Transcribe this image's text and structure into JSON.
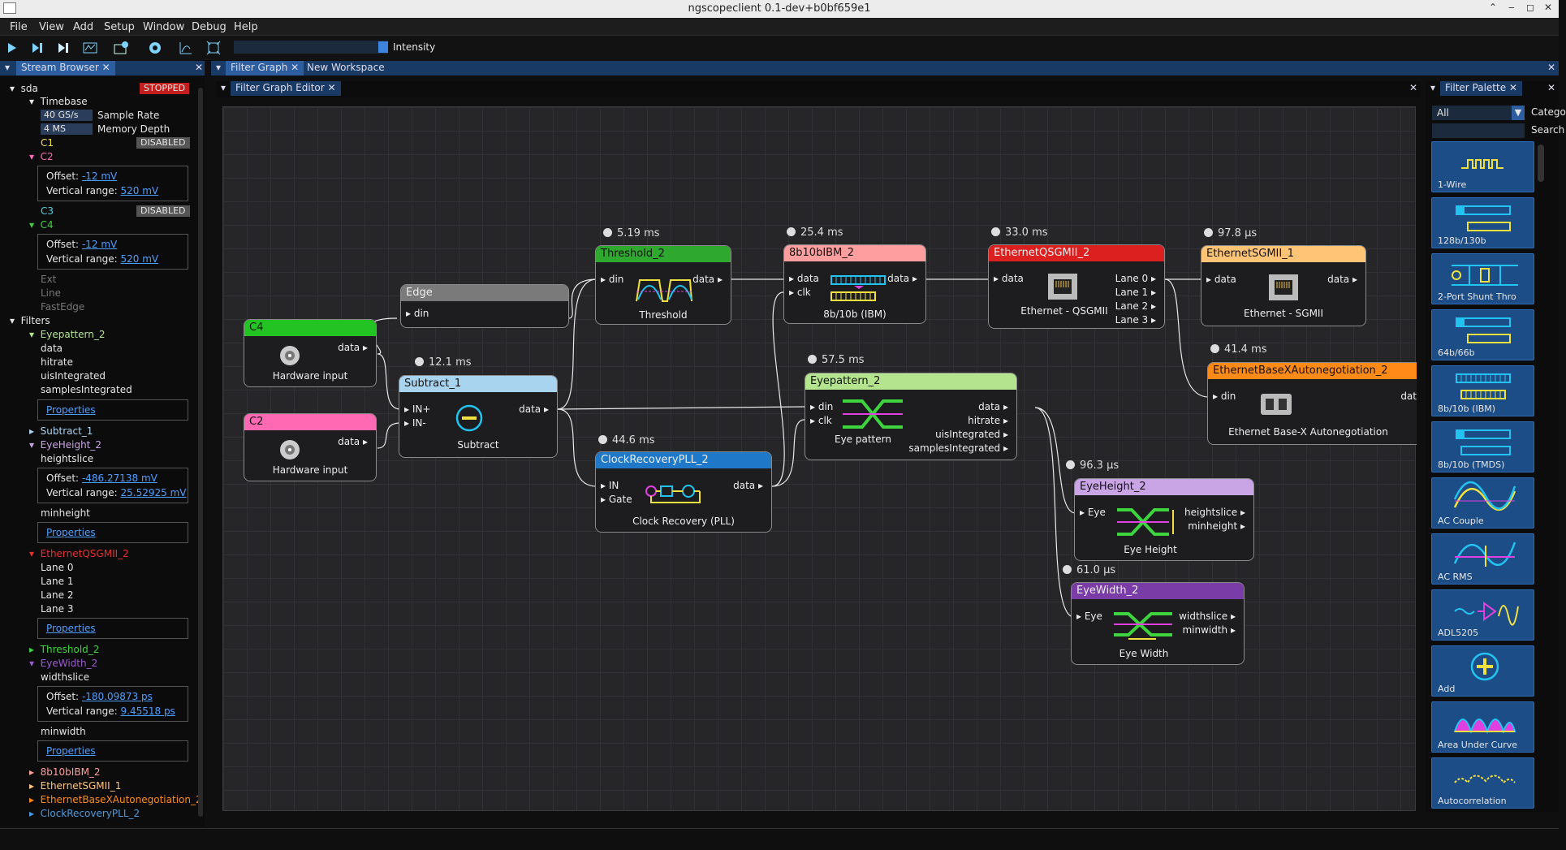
{
  "window": {
    "title": "ngscopeclient 0.1-dev+b0bf659e1"
  },
  "menu": [
    "File",
    "View",
    "Add",
    "Setup",
    "Window",
    "Debug",
    "Help"
  ],
  "toolbar": {
    "intensity_label": "Intensity"
  },
  "tabs": {
    "stream": "Stream Browser",
    "filter_graph": "Filter Graph",
    "new_workspace": "New Workspace",
    "editor": "Filter Graph Editor",
    "palette": "Filter Palette"
  },
  "stream": {
    "scope": "sda",
    "status": "STOPPED",
    "timebase": "Timebase",
    "sample_rate_value": "40 GS/s",
    "sample_rate_label": "Sample Rate",
    "memory_depth_value": "4 MS",
    "memory_depth_label": "Memory Depth",
    "c1": "C1",
    "disabled": "DISABLED",
    "c2": "C2",
    "c3": "C3",
    "c4": "C4",
    "offset": "Offset:",
    "vrange": "Vertical range:",
    "c2_offset": "-12 mV",
    "c2_vrange": "520 mV",
    "c4_offset": "-12 mV",
    "c4_vrange": "520 mV",
    "ext": "Ext",
    "line": "Line",
    "fastedge": "FastEdge",
    "filters": "Filters",
    "eyepattern": "Eyepattern_2",
    "ep_streams": [
      "data",
      "hitrate",
      "uisIntegrated",
      "samplesIntegrated"
    ],
    "properties": "Properties",
    "subtract": "Subtract_1",
    "eyeheight": "EyeHeight_2",
    "heightslice": "heightslice",
    "eh_offset": "-486.27138 mV",
    "eh_vrange": "25.52925 mV",
    "minheight": "minheight",
    "qsgmii": "EthernetQSGMII_2",
    "lanes": [
      "Lane 0",
      "Lane 1",
      "Lane 2",
      "Lane 3"
    ],
    "threshold": "Threshold_2",
    "eyewidth": "EyeWidth_2",
    "widthslice": "widthslice",
    "ew_offset": "-180.09873 ps",
    "ew_vrange": "9.45518 ps",
    "minwidth": "minwidth",
    "ibm": "8b10bIBM_2",
    "sgmii": "EthernetSGMII_1",
    "autoneg": "EthernetBaseXAutonegotiation_2",
    "pll": "ClockRecoveryPLL_2"
  },
  "graph": {
    "times": {
      "threshold": "5.19 ms",
      "ibm": "25.4 ms",
      "qsgmii": "33.0 ms",
      "sgmii": "97.8 µs",
      "subtract": "12.1 ms",
      "eyepattern": "57.5 ms",
      "autoneg": "41.4 ms",
      "pll": "44.6 ms",
      "eyeheight": "96.3 µs",
      "eyewidth": "61.0 µs"
    },
    "nodes": {
      "c4": {
        "title": "C4",
        "out": "data",
        "caption": "Hardware input"
      },
      "c2": {
        "title": "C2",
        "out": "data",
        "caption": "Hardware input"
      },
      "edge": {
        "title": "Edge",
        "in": "din"
      },
      "threshold": {
        "title": "Threshold_2",
        "in": "din",
        "out": "data",
        "caption": "Threshold"
      },
      "ibm": {
        "title": "8b10bIBM_2",
        "in1": "data",
        "in2": "clk",
        "out": "data",
        "caption": "8b/10b (IBM)"
      },
      "qsgmii": {
        "title": "EthernetQSGMII_2",
        "in": "data",
        "lanes": [
          "Lane 0",
          "Lane 1",
          "Lane 2",
          "Lane 3"
        ],
        "caption": "Ethernet - QSGMII"
      },
      "sgmii": {
        "title": "EthernetSGMII_1",
        "in": "data",
        "out": "data",
        "caption": "Ethernet - SGMII"
      },
      "subtract": {
        "title": "Subtract_1",
        "in1": "IN+",
        "in2": "IN-",
        "out": "data",
        "caption": "Subtract"
      },
      "eyepattern": {
        "title": "Eyepattern_2",
        "in1": "din",
        "in2": "clk",
        "outs": [
          "data",
          "hitrate",
          "uisIntegrated",
          "samplesIntegrated"
        ],
        "caption": "Eye pattern"
      },
      "autoneg": {
        "title": "EthernetBaseXAutonegotiation_2",
        "in": "din",
        "out": "dat",
        "caption": "Ethernet Base-X Autonegotiation"
      },
      "pll": {
        "title": "ClockRecoveryPLL_2",
        "in1": "IN",
        "in2": "Gate",
        "out": "data",
        "caption": "Clock Recovery (PLL)"
      },
      "eyeheight": {
        "title": "EyeHeight_2",
        "in": "Eye",
        "outs": [
          "heightslice",
          "minheight"
        ],
        "caption": "Eye Height"
      },
      "eyewidth": {
        "title": "EyeWidth_2",
        "in": "Eye",
        "outs": [
          "widthslice",
          "minwidth"
        ],
        "caption": "Eye Width"
      }
    }
  },
  "palette": {
    "category_value": "All",
    "category_label": "Catego",
    "search_label": "Search",
    "items": [
      "1-Wire",
      "128b/130b",
      "2-Port Shunt Thro",
      "64b/66b",
      "8b/10b (IBM)",
      "8b/10b (TMDS)",
      "AC Couple",
      "AC RMS",
      "ADL5205",
      "Add",
      "Area Under Curve",
      "Autocorrelation"
    ]
  },
  "colors": {
    "accent": "#2d5ea0",
    "c4": "#22c322",
    "c2": "#ff69b4",
    "threshold": "#2ea82e",
    "ibm": "#ff9e9e",
    "qsgmii": "#dc1f1f",
    "sgmii": "#ffc476",
    "subtract": "#a9d4f0",
    "eyepattern": "#b4e58e",
    "autoneg": "#ff8a17",
    "pll": "#1f78c8",
    "eyeheight": "#c9a5e6",
    "eyewidth": "#7a3ca6",
    "edge": "#7a7a7a"
  }
}
